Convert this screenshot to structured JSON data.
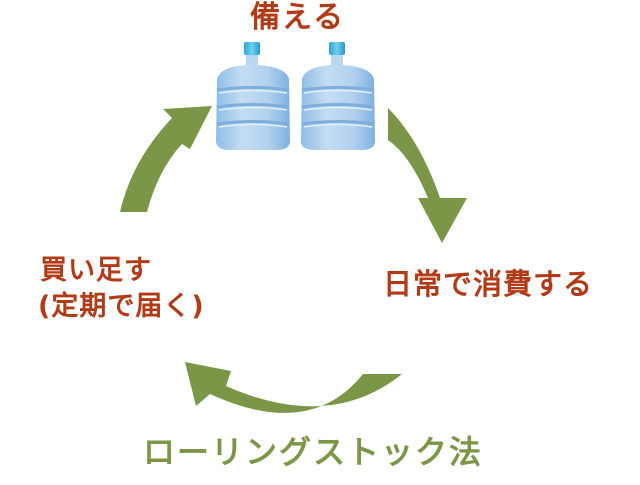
{
  "diagram": {
    "title": "ローリングストック法",
    "steps": [
      {
        "id": "prepare",
        "label": "備える"
      },
      {
        "id": "consume",
        "label": "日常で消費する"
      },
      {
        "id": "replenish",
        "label_line1": "買い足す",
        "label_line2": "(定期で届く)"
      }
    ],
    "flow_direction": "clockwise",
    "icons": [
      "water-bottle-icon",
      "water-bottle-icon"
    ],
    "colors": {
      "step_text": "#b23a17",
      "title_text": "#7a9646",
      "arrow": "#7a9646",
      "bottle_body": "#a9cbe9",
      "bottle_cap": "#3fb1dc"
    }
  }
}
